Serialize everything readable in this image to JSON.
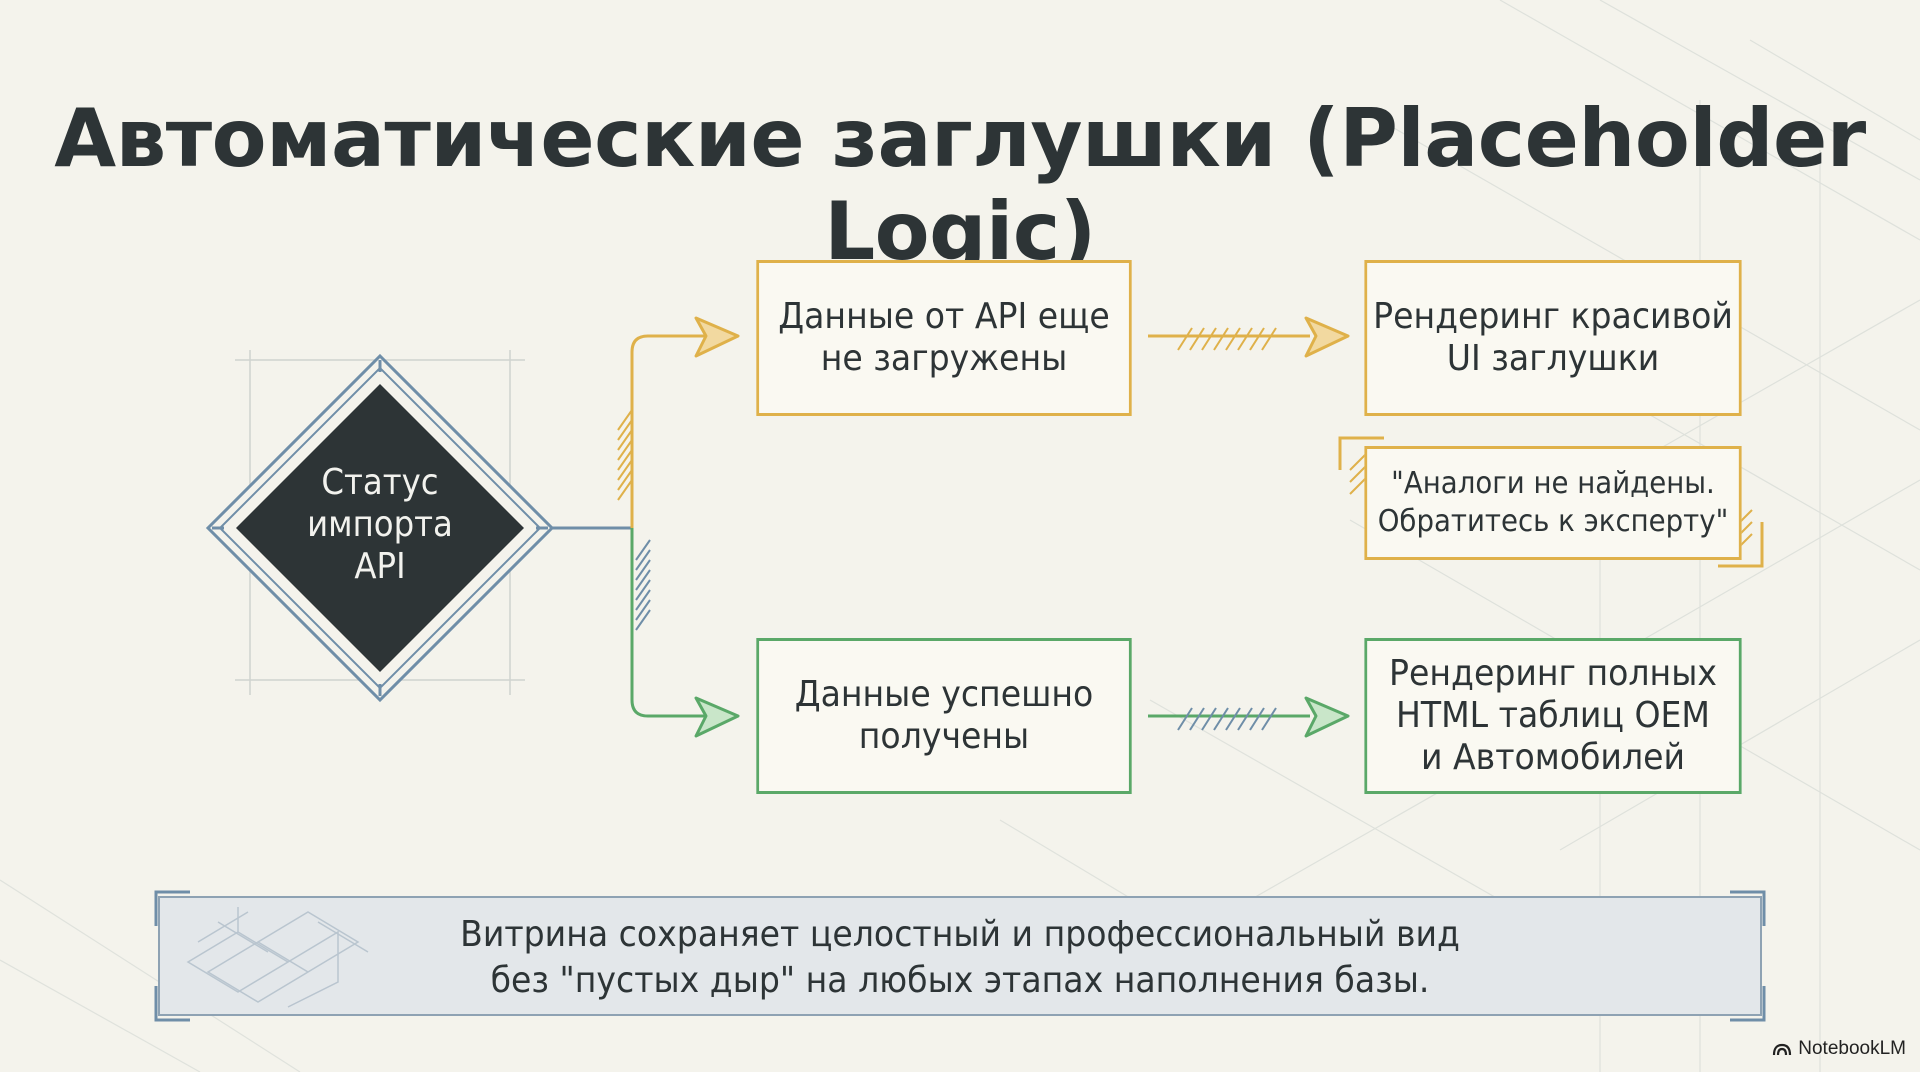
{
  "title": "Автоматические заглушки (Placeholder Logic)",
  "decision": {
    "label": "Статус\nимпорта\nAPI"
  },
  "branches": {
    "pending": {
      "step": "Данные от API еще\nне загружены",
      "result": "Рендеринг красивой\nUI заглушки",
      "note": "\"Аналоги не найдены.\nОбратитесь к эксперту\"",
      "color": "#dfb14a"
    },
    "success": {
      "step": "Данные успешно\nполучены",
      "result": "Рендеринг полных\nHTML таблиц OEM\nи Автомобилей",
      "color": "#5aa868"
    }
  },
  "footer": {
    "text": "Витрина сохраняет целостный и профессиональный вид\nбез \"пустых дыр\" на любых этапах наполнения базы."
  },
  "brand": {
    "name": "NotebookLM",
    "icon": "notebooklm-logo-icon"
  },
  "colors": {
    "background": "#f4f3ec",
    "diamond": "#2d3436",
    "diamond_border": "#5f7f99",
    "footer_bg": "#e3e7ea"
  }
}
